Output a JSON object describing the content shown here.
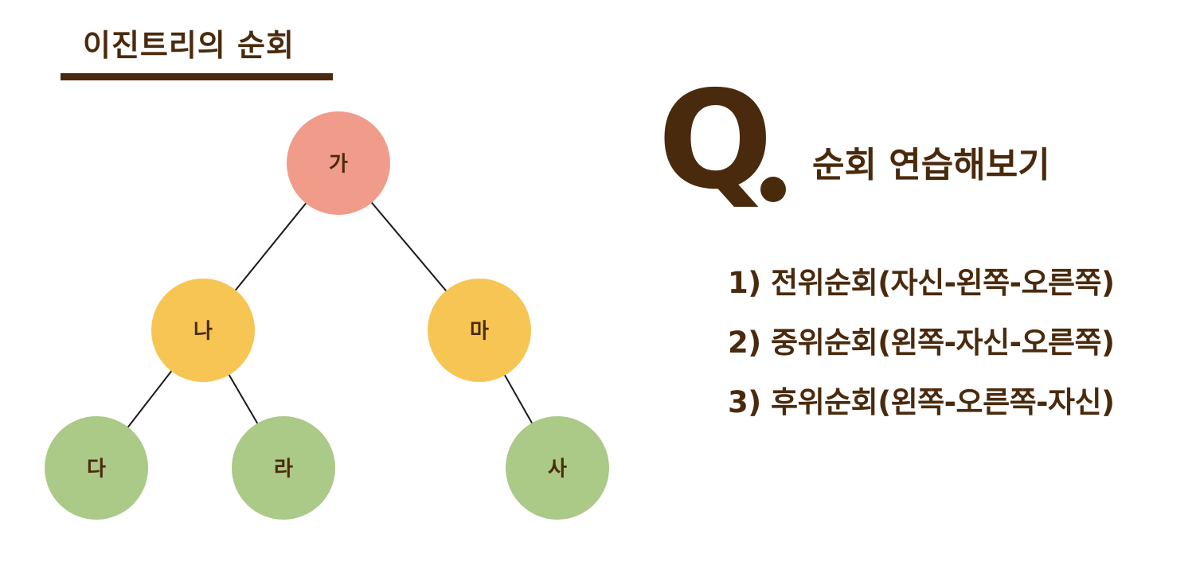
{
  "header": {
    "title": "이진트리의 순회"
  },
  "question": {
    "letter": "Q",
    "title": "순회 연습해보기",
    "items": [
      "1) 전위순회(자신-왼쪽-오른쪽)",
      "2) 중위순회(왼쪽-자신-오른쪽)",
      "3) 후위순회(왼쪽-오른쪽-자신)"
    ]
  },
  "tree": {
    "colors": {
      "root": "#f19b8a",
      "middle": "#f6c553",
      "leaf": "#abc987",
      "edge": "#1a1a1a",
      "label": "#4a2a0d"
    },
    "nodes": [
      {
        "id": "ga",
        "label": "가",
        "level": "root"
      },
      {
        "id": "na",
        "label": "나",
        "level": "middle"
      },
      {
        "id": "ma",
        "label": "마",
        "level": "middle"
      },
      {
        "id": "da",
        "label": "다",
        "level": "leaf"
      },
      {
        "id": "ra",
        "label": "라",
        "level": "leaf"
      },
      {
        "id": "sa",
        "label": "사",
        "level": "leaf"
      }
    ],
    "edges": [
      {
        "from": "ga",
        "to": "na"
      },
      {
        "from": "ga",
        "to": "ma"
      },
      {
        "from": "na",
        "to": "da"
      },
      {
        "from": "na",
        "to": "ra"
      },
      {
        "from": "ma",
        "to": "sa"
      }
    ]
  }
}
